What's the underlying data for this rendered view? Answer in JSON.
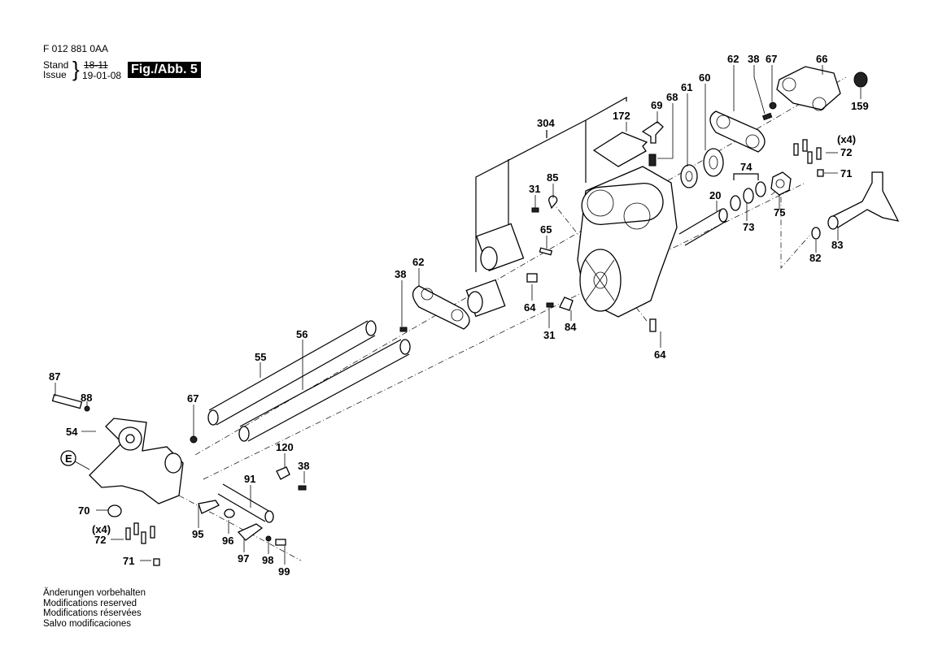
{
  "header": {
    "doc_number": "F 012 881 0AA",
    "stand_label": "Stand",
    "issue_label": "Issue",
    "old_date_struck": "18-11",
    "issue_date": "19-01-08",
    "figure_label": "Fig./Abb. 5"
  },
  "footer": {
    "lines": [
      "Änderungen vorbehalten",
      "Modifications reserved",
      "Modifications réservées",
      "Salvo modificaciones"
    ]
  },
  "callouts": [
    {
      "id": "c304",
      "text": "304"
    },
    {
      "id": "c172",
      "text": "172"
    },
    {
      "id": "c69",
      "text": "69"
    },
    {
      "id": "c68",
      "text": "68"
    },
    {
      "id": "c61",
      "text": "61"
    },
    {
      "id": "c60",
      "text": "60"
    },
    {
      "id": "c62a",
      "text": "62"
    },
    {
      "id": "c38a",
      "text": "38"
    },
    {
      "id": "c67a",
      "text": "67"
    },
    {
      "id": "c66",
      "text": "66"
    },
    {
      "id": "c159",
      "text": "159"
    },
    {
      "id": "cx4a",
      "text": "(x4)"
    },
    {
      "id": "c72a",
      "text": "72"
    },
    {
      "id": "c71a",
      "text": "71"
    },
    {
      "id": "c74",
      "text": "74"
    },
    {
      "id": "c73",
      "text": "73"
    },
    {
      "id": "c75",
      "text": "75"
    },
    {
      "id": "c20",
      "text": "20"
    },
    {
      "id": "c82",
      "text": "82"
    },
    {
      "id": "c83",
      "text": "83"
    },
    {
      "id": "c31a",
      "text": "31"
    },
    {
      "id": "c85",
      "text": "85"
    },
    {
      "id": "c65",
      "text": "65"
    },
    {
      "id": "c64a",
      "text": "64"
    },
    {
      "id": "c31b",
      "text": "31"
    },
    {
      "id": "c84",
      "text": "84"
    },
    {
      "id": "c64b",
      "text": "64"
    },
    {
      "id": "c62b",
      "text": "62"
    },
    {
      "id": "c38b",
      "text": "38"
    },
    {
      "id": "c56",
      "text": "56"
    },
    {
      "id": "c55",
      "text": "55"
    },
    {
      "id": "c87",
      "text": "87"
    },
    {
      "id": "c88",
      "text": "88"
    },
    {
      "id": "c54",
      "text": "54"
    },
    {
      "id": "cE",
      "text": "E"
    },
    {
      "id": "c67b",
      "text": "67"
    },
    {
      "id": "c120",
      "text": "120"
    },
    {
      "id": "c38c",
      "text": "38"
    },
    {
      "id": "c91",
      "text": "91"
    },
    {
      "id": "c70",
      "text": "70"
    },
    {
      "id": "cx4b",
      "text": "(x4)"
    },
    {
      "id": "c72b",
      "text": "72"
    },
    {
      "id": "c71b",
      "text": "71"
    },
    {
      "id": "c95",
      "text": "95"
    },
    {
      "id": "c96",
      "text": "96"
    },
    {
      "id": "c97",
      "text": "97"
    },
    {
      "id": "c98",
      "text": "98"
    },
    {
      "id": "c99",
      "text": "99"
    }
  ]
}
